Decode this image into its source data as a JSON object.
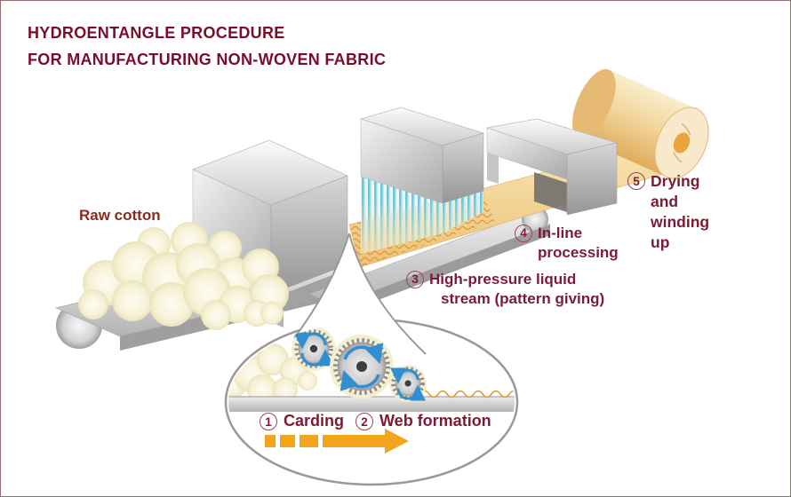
{
  "title": {
    "line1": "HYDROENTANGLE PROCEDURE",
    "line2": "FOR MANUFACTURING NON-WOVEN FABRIC"
  },
  "labels": {
    "raw_cotton": "Raw cotton",
    "step1": {
      "num": "1",
      "text": "Carding"
    },
    "step2": {
      "num": "2",
      "text": "Web formation"
    },
    "step3": {
      "num": "3",
      "line1": "High-pressure liquid",
      "line2": "stream (pattern giving)"
    },
    "step4": {
      "num": "4",
      "line1": "In-line",
      "line2": "processing"
    },
    "step5": {
      "num": "5",
      "line1": "Drying",
      "line2": "and",
      "line3": "winding",
      "line4": "up"
    }
  },
  "colors": {
    "title_text": "#7a0e2a",
    "label_text": "#7c1b33",
    "raw_cotton_text": "#8a2a1c",
    "frame_border": "#937070",
    "machine_gray": "#c9c9c9",
    "cotton_cream": "#f4efcf",
    "fabric_tan": "#f0cc8a",
    "water_jet_blue": "#6cc6db",
    "jet_tint": "#e8f6fa",
    "pattern_orange": "#dc9a35",
    "flow_arrow_orange": "#f2a51d",
    "rotation_arrow_blue": "#2f8fd0"
  }
}
